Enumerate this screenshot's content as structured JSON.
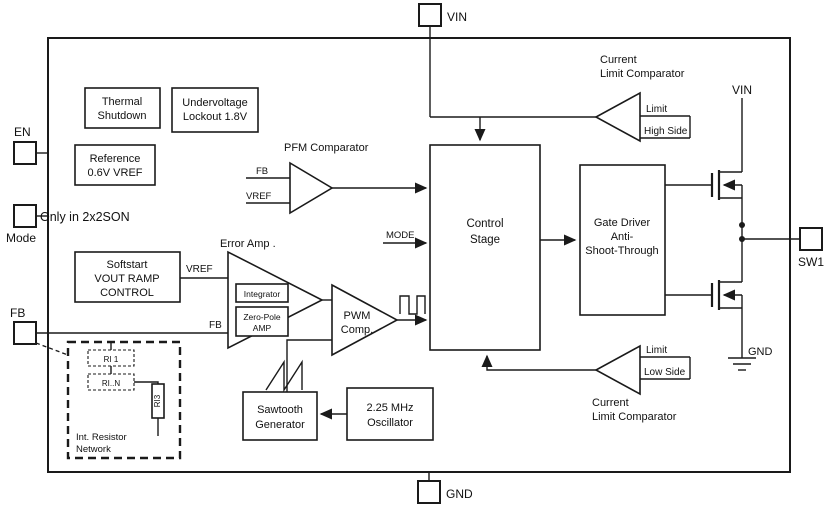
{
  "pins": {
    "vin_top": "VIN",
    "gnd_bottom": "GND",
    "en": "EN",
    "mode": "Mode",
    "fb": "FB",
    "sw1": "SW1"
  },
  "labels": {
    "thermal_1": "Thermal",
    "thermal_2": "Shutdown",
    "uvlo_1": "Undervoltage",
    "uvlo_2": "Lockout 1.8V",
    "ref_1": "Reference",
    "ref_2": "0.6V VREF",
    "only_in": "Only in 2x2SON",
    "softstart_1": "Softstart",
    "softstart_2": "VOUT RAMP",
    "softstart_3": "CONTROL",
    "pfm_title": "PFM Comparator",
    "pfm_in_fb": "FB",
    "pfm_in_vref": "VREF",
    "error_amp_title": "Error Amp .",
    "error_in_vref": "VREF",
    "error_in_fb": "FB",
    "integrator": "Integrator",
    "zero_pole_1": "Zero-Pole",
    "zero_pole_2": "AMP",
    "pwm_1": "PWM",
    "pwm_2": "Comp.",
    "control_1": "Control",
    "control_2": "Stage",
    "mode_signal": "MODE",
    "gate_1": "Gate Driver",
    "gate_2": "Anti-",
    "gate_3": "Shoot-Through",
    "cl_top_1": "Current",
    "cl_top_2": "Limit Comparator",
    "cl_top_limit": "Limit",
    "cl_top_side": "High Side",
    "cl_bot_limit": "Limit",
    "cl_bot_side": "Low Side",
    "cl_bot_1": "Current",
    "cl_bot_2": "Limit Comparator",
    "vin_rail": "VIN",
    "gnd_rail": "GND",
    "saw_1": "Sawtooth",
    "saw_2": "Generator",
    "osc_1": "2.25 MHz",
    "osc_2": "Oscillator",
    "net_1": "Int. Resistor",
    "net_2": "Network",
    "ri1": "RI 1",
    "rin": "RI..N",
    "ri3": "RI3"
  },
  "colors": {
    "stroke": "#1a1a1a",
    "text": "#111111",
    "background": "#ffffff"
  }
}
